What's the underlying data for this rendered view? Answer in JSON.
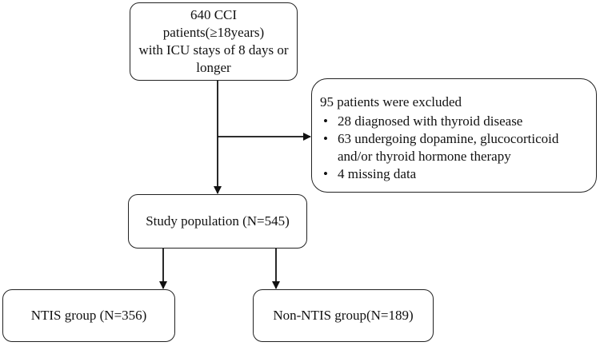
{
  "flowchart": {
    "start": {
      "line1": "640 CCI patients(≥18years)",
      "line2": "with ICU stays of 8 days or",
      "line3": "longer"
    },
    "exclusion": {
      "title": "95 patients were excluded",
      "items": [
        "28 diagnosed with thyroid disease",
        "63 undergoing dopamine, glucocorticoid and/or thyroid hormone therapy",
        "4 missing data"
      ]
    },
    "study": "Study population (N=545)",
    "ntis": "NTIS group (N=356)",
    "non_ntis": "Non-NTIS group(N=189)"
  }
}
